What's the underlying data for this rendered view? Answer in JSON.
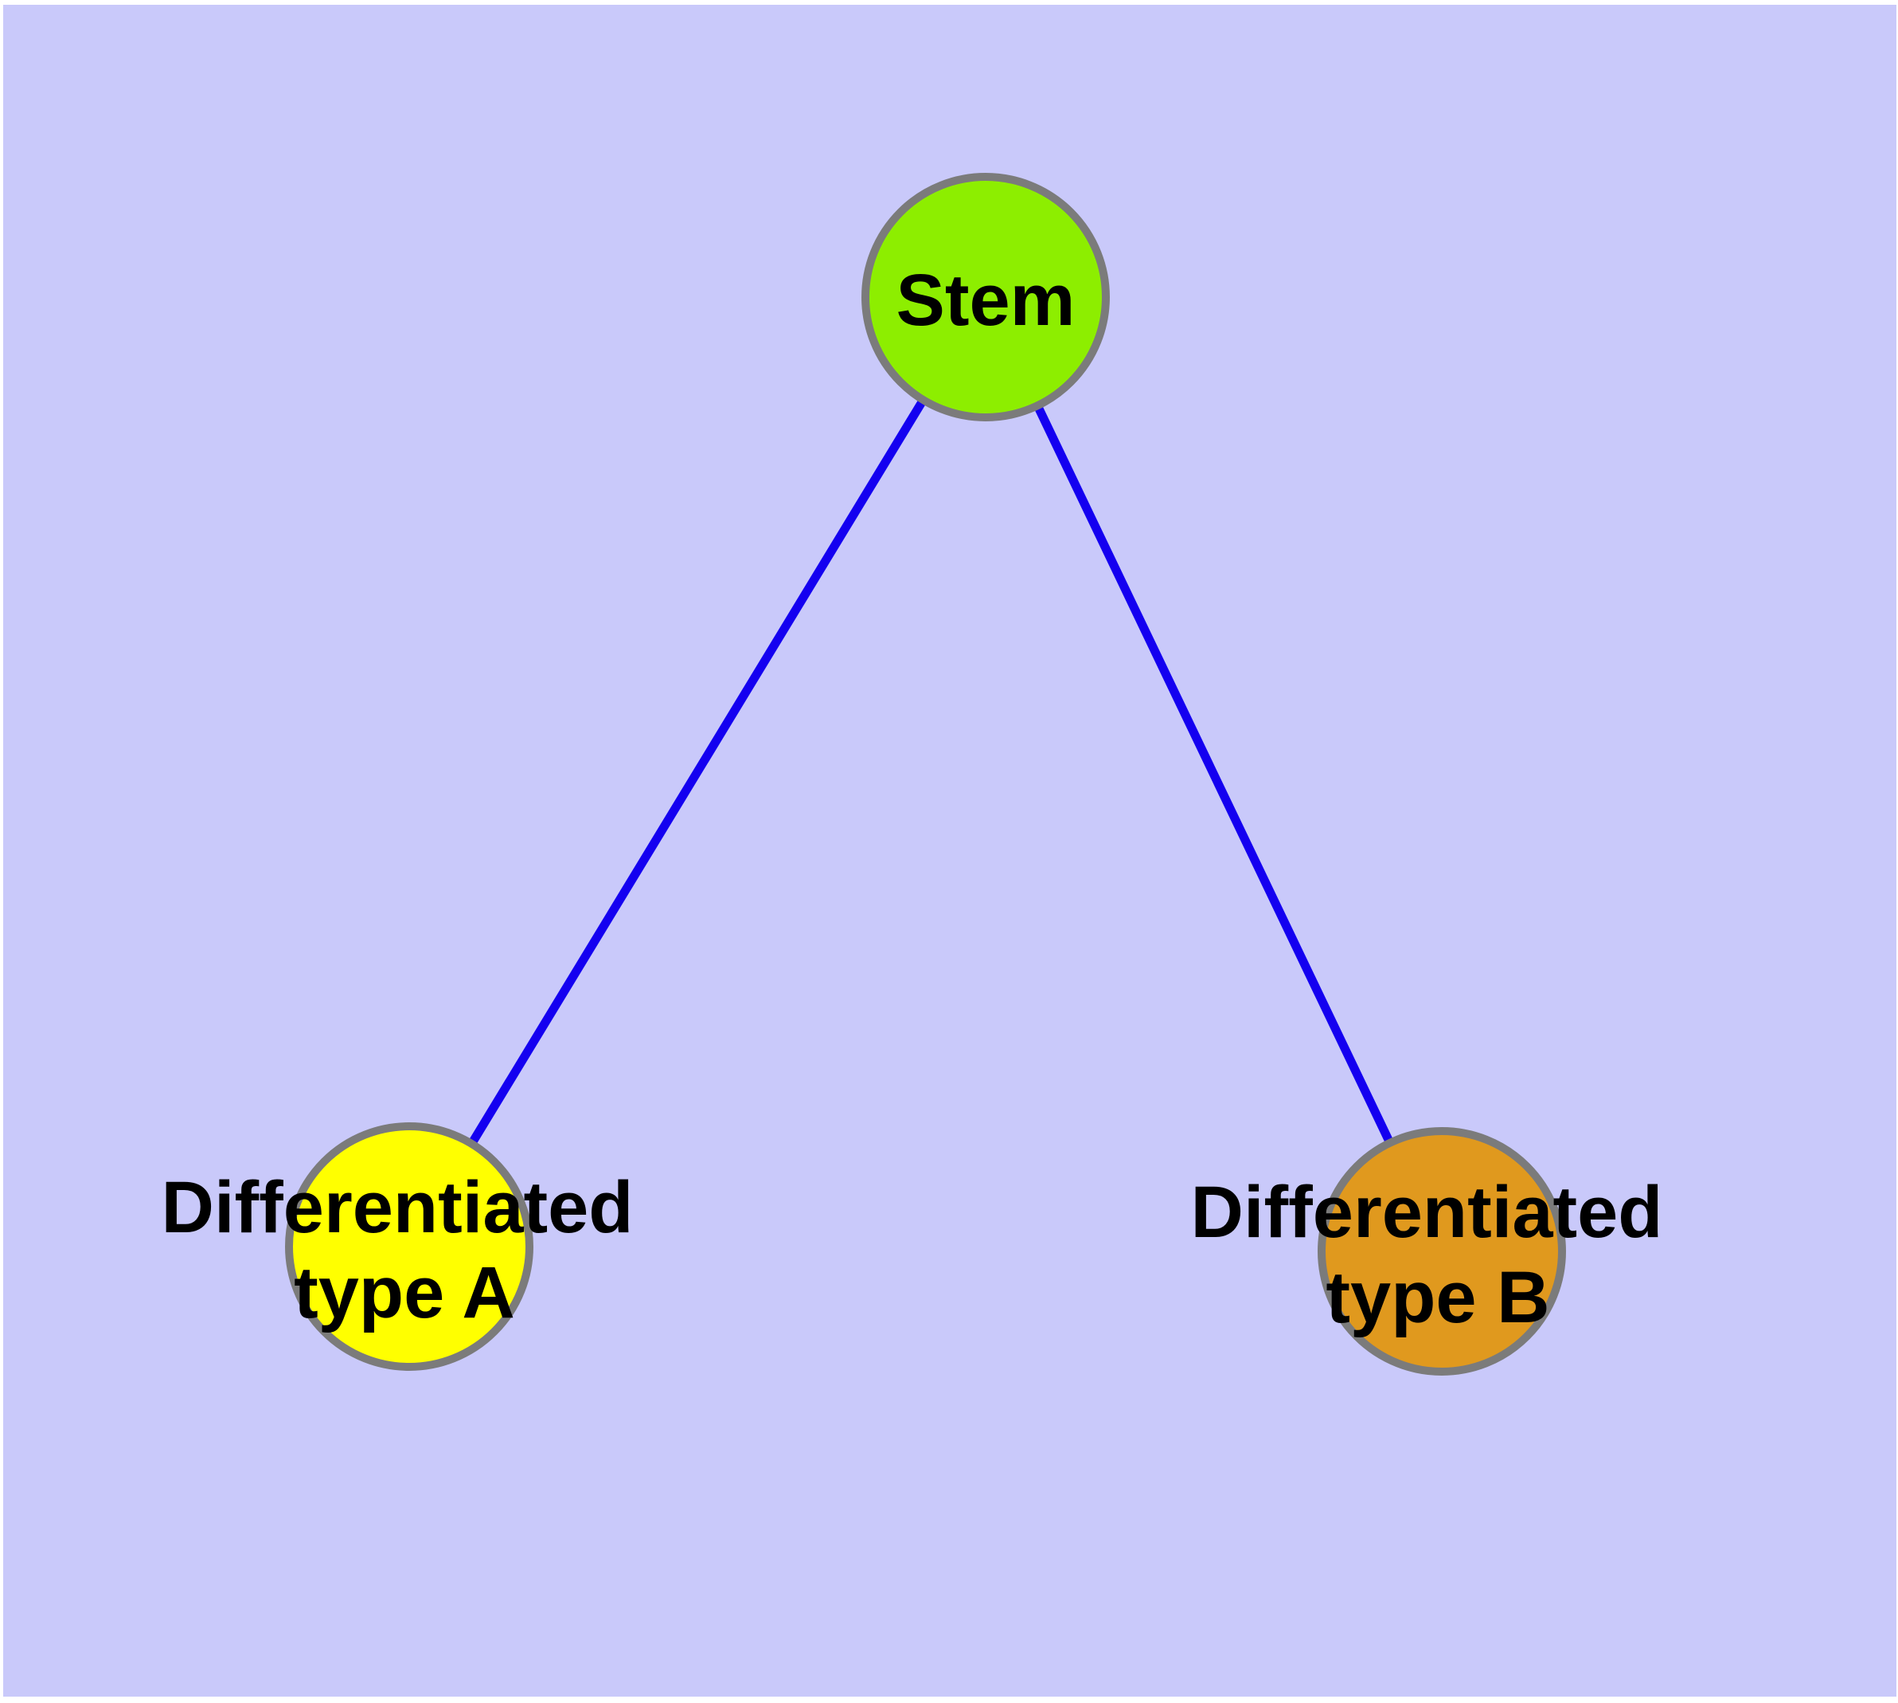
{
  "diagram": {
    "title": "",
    "background_color": "#C9C9FA",
    "page_margin_color": "#FFFFFF",
    "edge_color": "#1400F0",
    "node_border_color": "#7B7B7B",
    "label_color": "#000000",
    "nodes": [
      {
        "id": "stem",
        "label": "Stem",
        "fill": "#8DEE00"
      },
      {
        "id": "type-a",
        "label": "Differentiated type A",
        "label_line1": "Differentiated",
        "label_line2": "type A",
        "fill": "#FFFF00"
      },
      {
        "id": "type-b",
        "label": "Differentiated type B",
        "label_line1": "Differentiated",
        "label_line2": "type B",
        "fill": "#E0991E"
      }
    ],
    "edges": [
      {
        "from": "Stem",
        "to": "Differentiated type A"
      },
      {
        "from": "Stem",
        "to": "Differentiated type B"
      }
    ]
  }
}
